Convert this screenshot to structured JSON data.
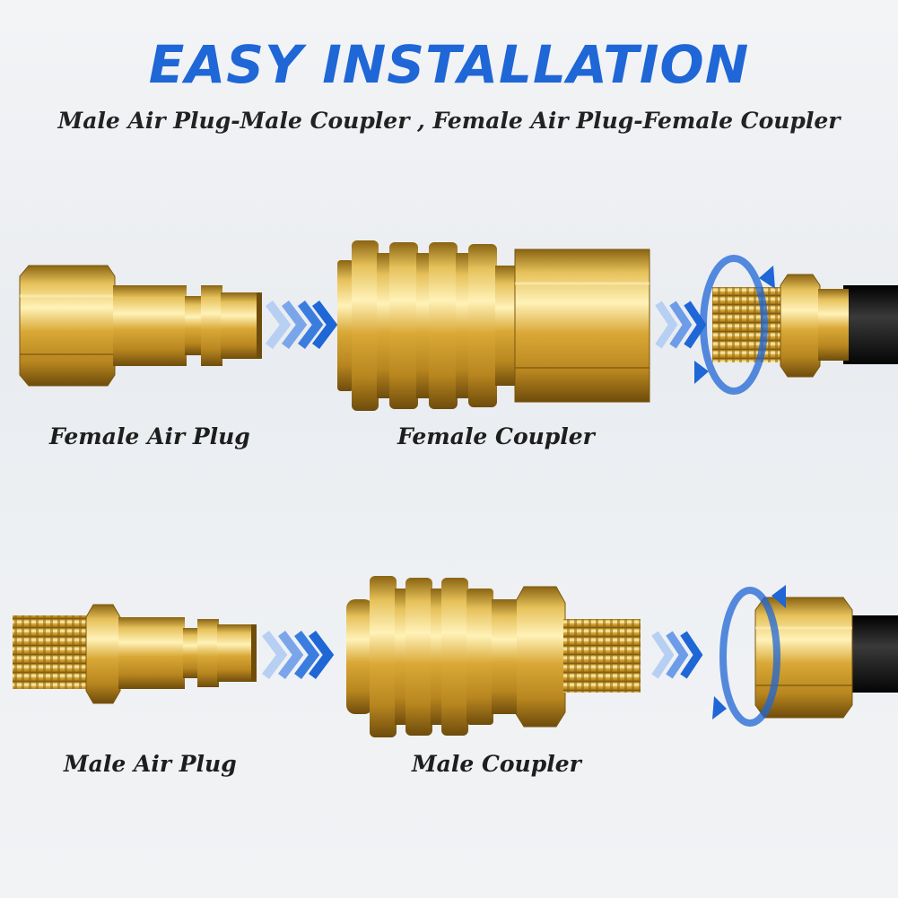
{
  "header": {
    "title": "EASY INSTALLATION",
    "subtitle": "Male Air Plug-Male Coupler , Female Air Plug-Female Coupler"
  },
  "row_top": {
    "plug_label": "Female Air Plug",
    "coupler_label": "Female Coupler"
  },
  "row_bottom": {
    "plug_label": "Male Air Plug",
    "coupler_label": "Male Coupler"
  },
  "colors": {
    "accent": "#1f66d6",
    "brass": "#d6a93a",
    "hose": "#1a1a1a"
  },
  "icons": [
    "chevron-arrows-icon",
    "rotate-arrow-icon"
  ]
}
